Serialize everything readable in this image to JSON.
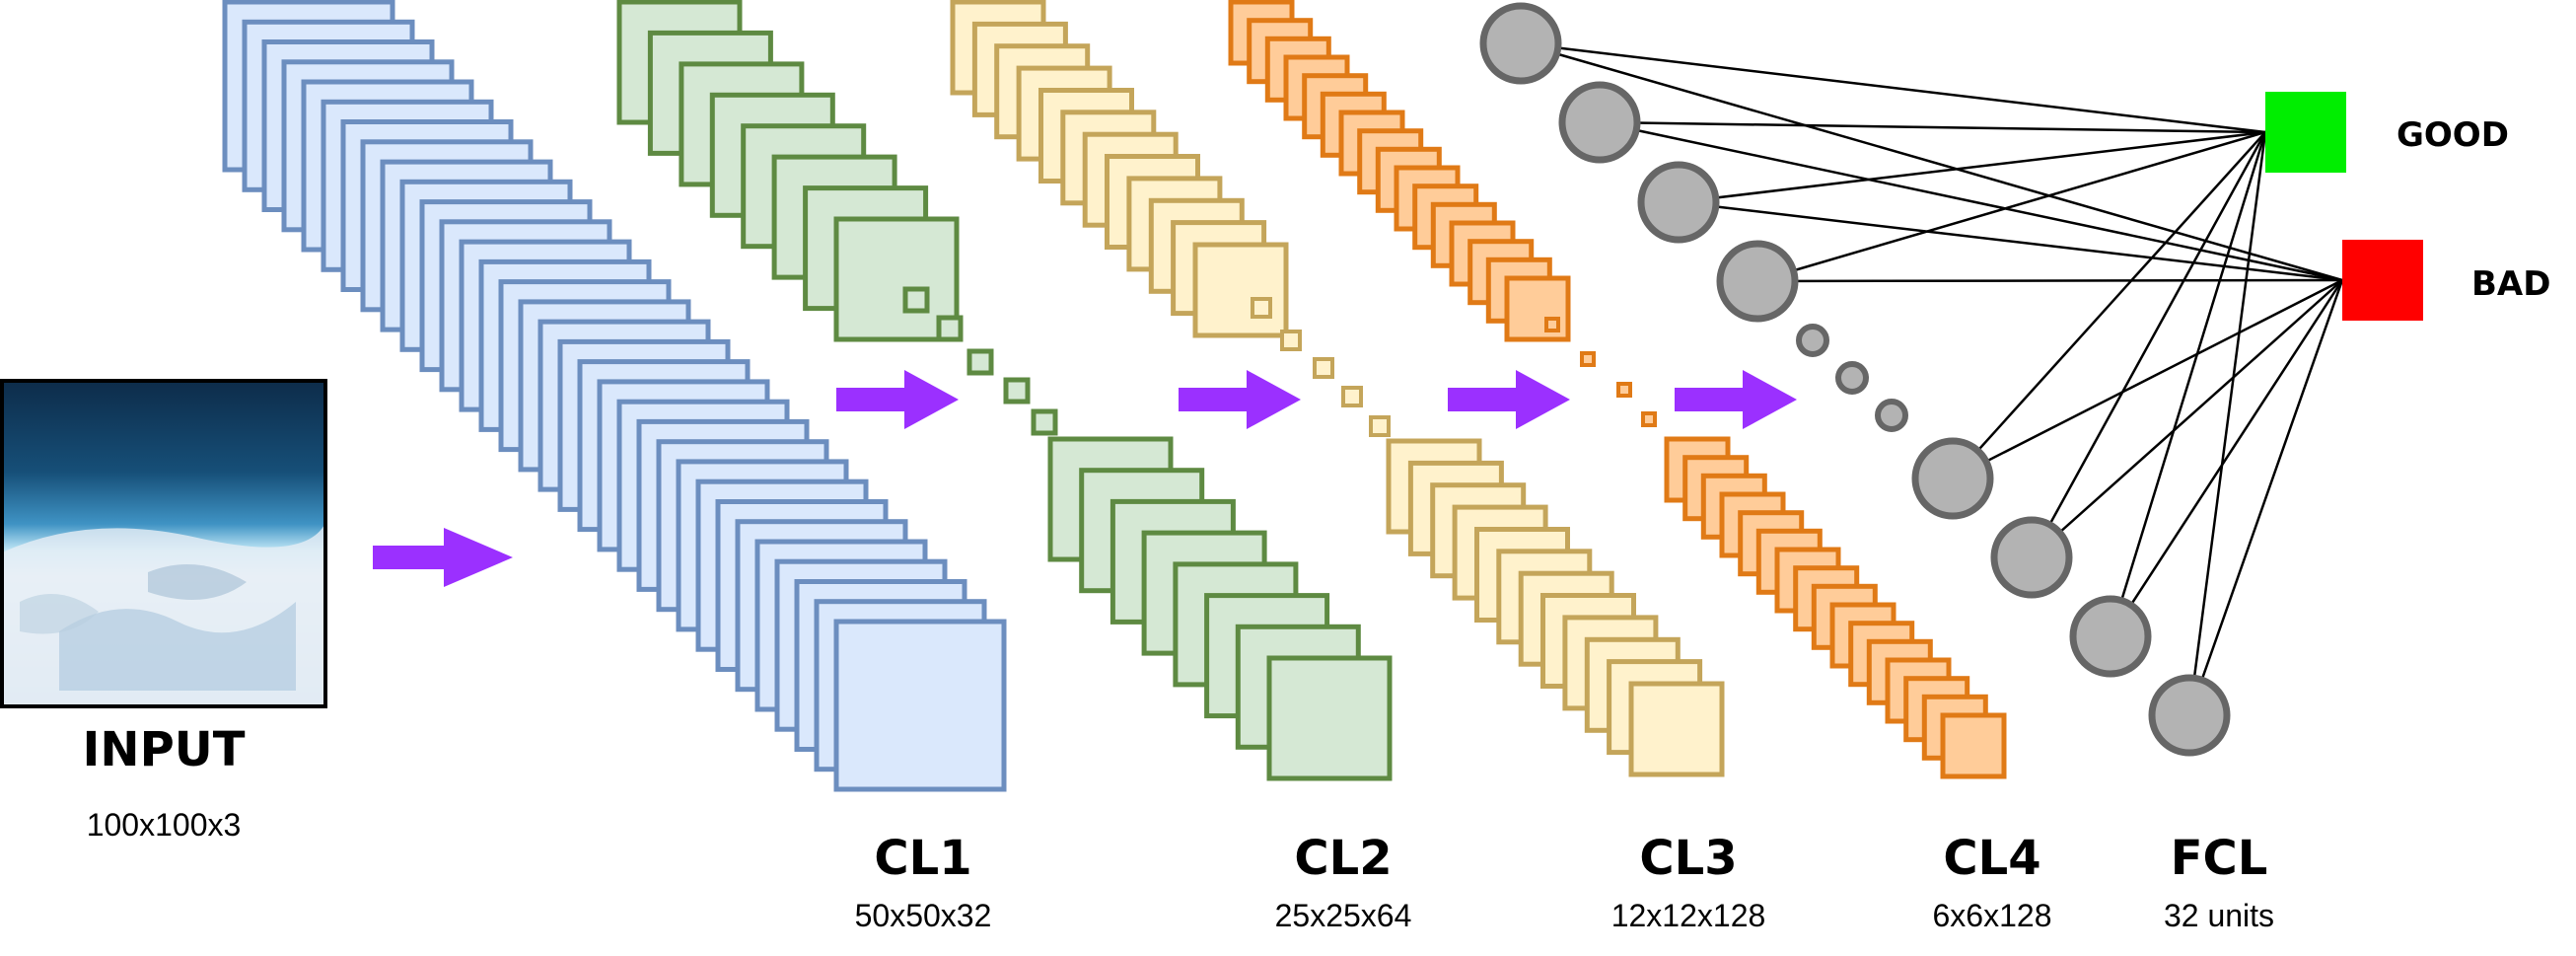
{
  "colors": {
    "input_stack": {
      "stroke": "#6c8ebf",
      "fill": "#dae8fc"
    },
    "cl1": {
      "stroke": "#5e8a42",
      "fill": "#d5e8d4"
    },
    "cl2": {
      "stroke": "#c4a55a",
      "fill": "#fff2cc"
    },
    "cl3": {
      "stroke": "#e07a16",
      "fill": "#ffcc99"
    },
    "arrow": "#9b30ff",
    "neuron_stroke": "#666666",
    "neuron_fill": "#b3b3b3",
    "good": "#00ee00",
    "bad": "#ff0000"
  },
  "layers": [
    {
      "key": "input",
      "title": "INPUT",
      "shape": "100x100x3"
    },
    {
      "key": "cl1",
      "title": "CL1",
      "shape": "50x50x32"
    },
    {
      "key": "cl2",
      "title": "CL2",
      "shape": "25x25x64"
    },
    {
      "key": "cl3",
      "title": "CL3",
      "shape": "12x12x128"
    },
    {
      "key": "cl4",
      "title": "CL4",
      "shape": "6x6x128"
    },
    {
      "key": "fcl",
      "title": "FCL",
      "shape": "32 units"
    }
  ],
  "outputs": [
    {
      "label": "GOOD",
      "color_key": "good"
    },
    {
      "label": "BAD",
      "color_key": "bad"
    }
  ]
}
